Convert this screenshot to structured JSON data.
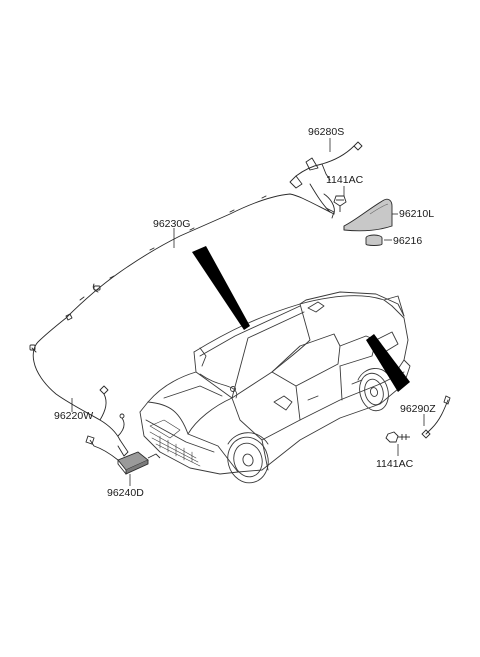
{
  "labels": {
    "p96280S": "96280S",
    "p1141AC_top": "1141AC",
    "p96210L": "96210L",
    "p96216": "96216",
    "p96230G": "96230G",
    "p96220W": "96220W",
    "p96240D": "96240D",
    "p96290Z": "96290Z",
    "p1141AC_bottom": "1141AC"
  },
  "colors": {
    "line": "#2a2a2a",
    "car_line": "#3a3a3a",
    "fin_fill": "#c8c8c8",
    "module_fill": "#9a9a9a",
    "pointer_fill": "#000000"
  }
}
